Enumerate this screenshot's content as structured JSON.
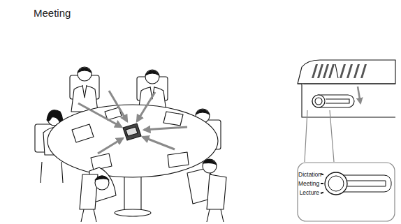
{
  "diagram": {
    "title": "Meeting",
    "nodes": [
      {
        "text": [
          "Dictation",
          "Meeting",
          "Lecture"
        ]
      }
    ]
  }
}
